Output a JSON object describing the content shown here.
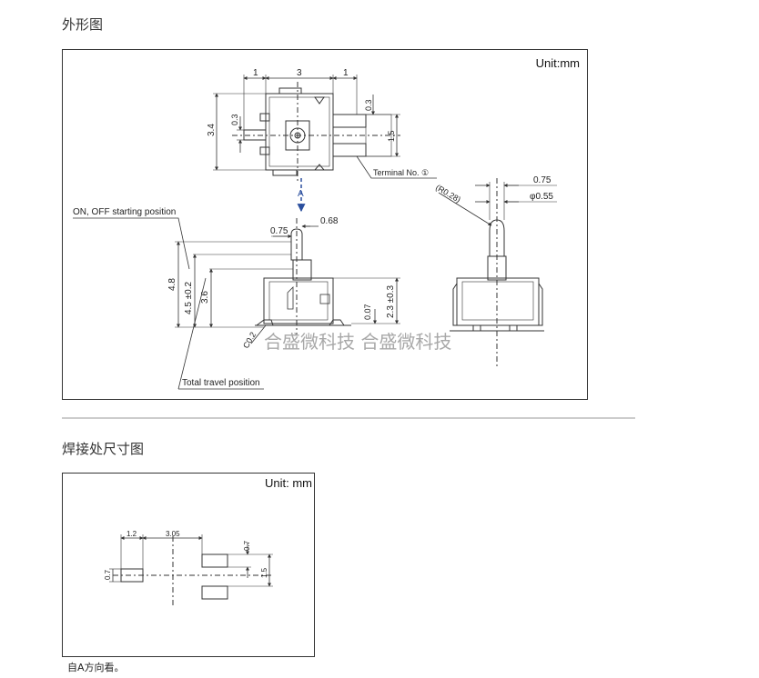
{
  "headings": {
    "outline": "外形图",
    "solder": "焊接处尺寸图"
  },
  "panel1": {
    "unit": "Unit:mm",
    "labels": {
      "on_off_start": "ON, OFF starting position",
      "total_travel": "Total travel position",
      "terminal_no": "Terminal No. ①",
      "view_a": "A",
      "r028": "(R0.28)",
      "c02": "C0.2"
    },
    "dims": {
      "top_1_left": "1",
      "top_3": "3",
      "top_1_right": "1",
      "d_34": "3.4",
      "d_03_left": "0.3",
      "d_03_right": "0.3",
      "d_15": "1.5",
      "d_075_side": "0.75",
      "d_068": "0.68",
      "d_48": "4.8",
      "d_45": "4.5 ±0.2",
      "d_36": "3.6",
      "d_007": "0.07",
      "d_23": "2.3 ±0.3",
      "d_075_end": "0.75",
      "d_phi055": "φ0.55"
    },
    "watermark": "合盛微科技 合盛微科技"
  },
  "panel2": {
    "unit": "Unit: mm",
    "dims": {
      "d_12": "1.2",
      "d_305": "3.05",
      "d_07_left": "0.7",
      "d_07_right": "0.7",
      "d_15": "1.5"
    }
  },
  "footnote": "自A方向看。"
}
